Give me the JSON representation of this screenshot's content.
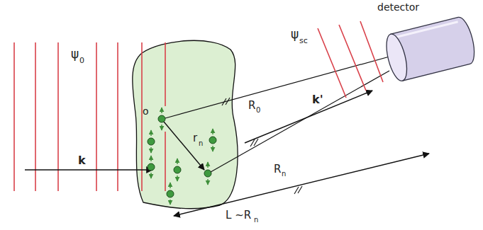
{
  "diagram": {
    "nodes": [
      {
        "text": [
          "detector"
        ]
      }
    ],
    "labels": [
      "ψ",
      "0",
      "k",
      "o",
      "r",
      "n",
      "R",
      "0",
      "k'",
      "R",
      "n",
      "ψ",
      "sc",
      "L ~R",
      "n"
    ]
  }
}
